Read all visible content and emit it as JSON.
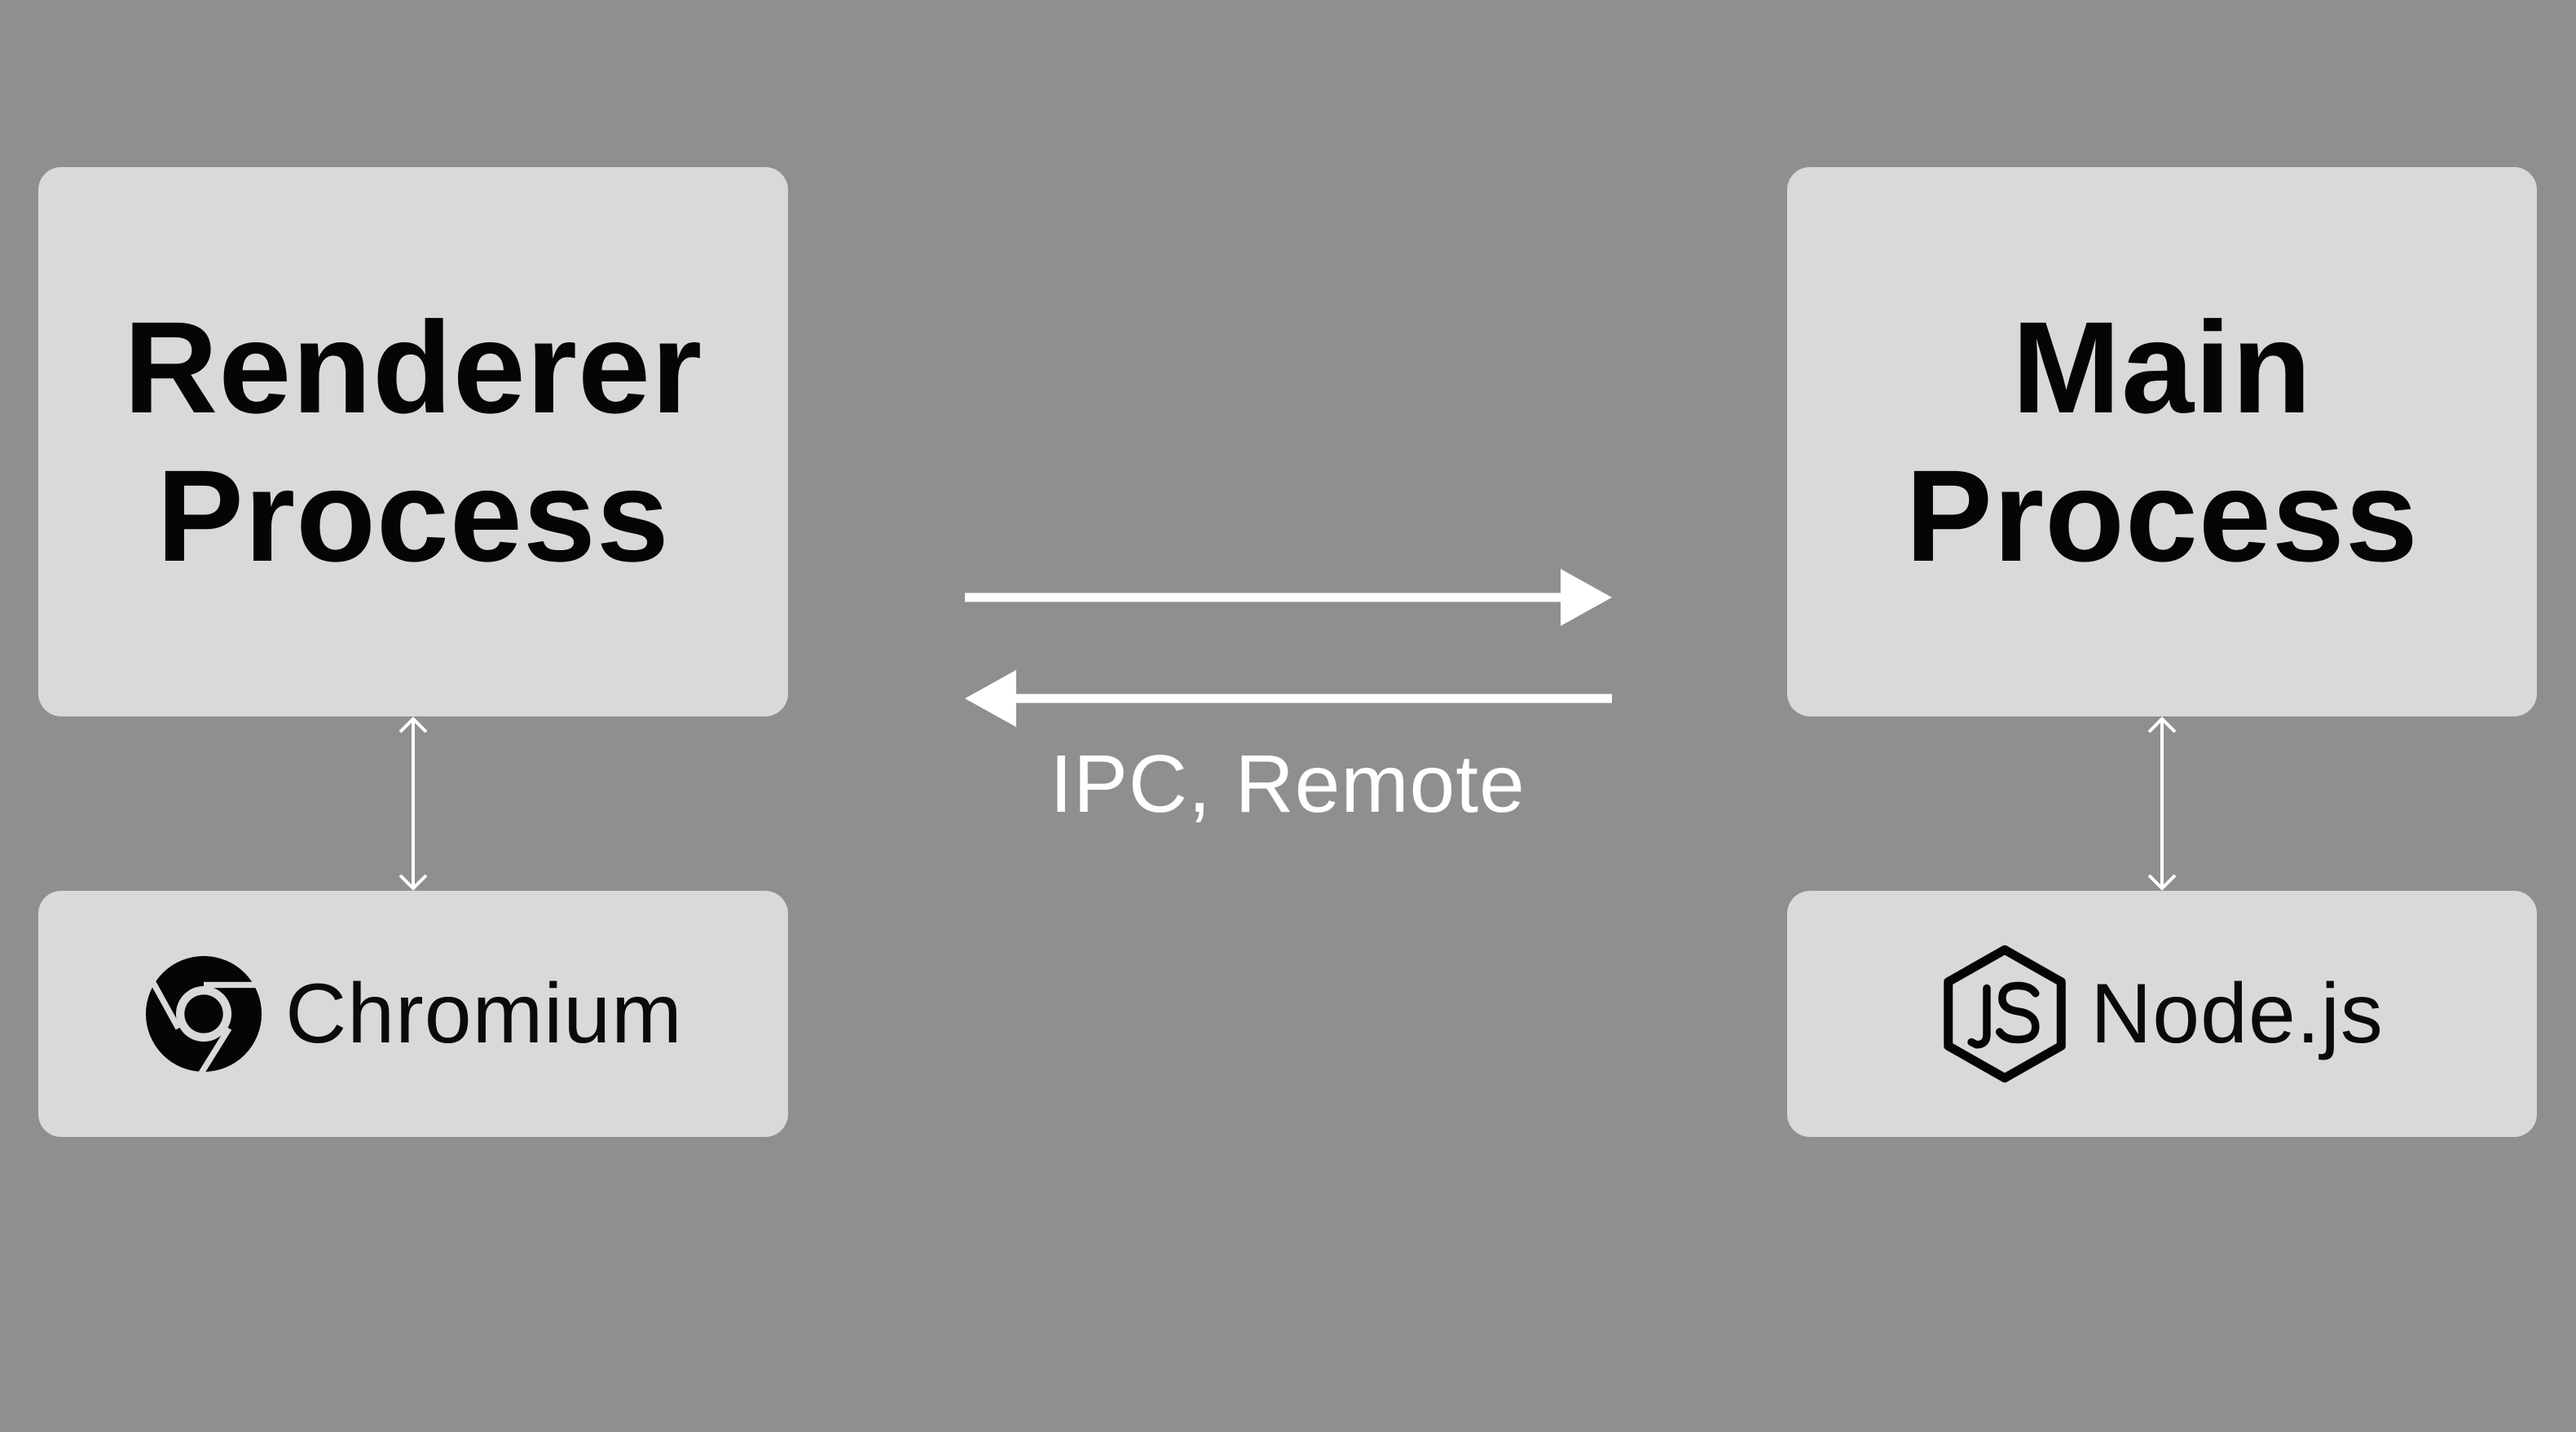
{
  "renderer": {
    "title_line1": "Renderer",
    "title_line2": "Process",
    "runtime_label": "Chromium",
    "runtime_icon": "chromium-icon"
  },
  "main": {
    "title_line1": "Main",
    "title_line2": "Process",
    "runtime_label": "Node.js",
    "runtime_icon": "nodejs-icon"
  },
  "connection": {
    "label": "IPC, Remote"
  },
  "colors": {
    "background": "#8f8f8f",
    "box": "#d9d9d9",
    "text": "#050505",
    "arrow": "#ffffff"
  }
}
